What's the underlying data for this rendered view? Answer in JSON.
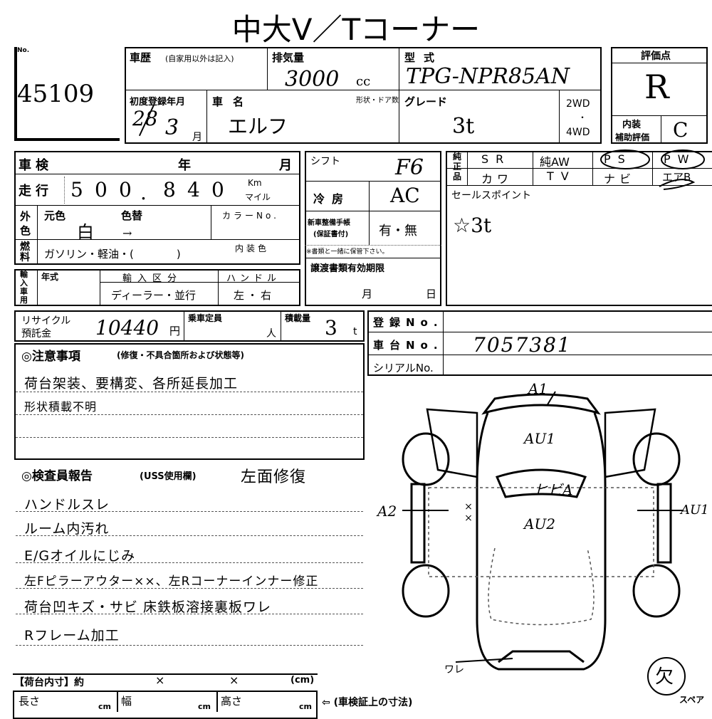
{
  "title": "中大V／Tコーナー",
  "lot": {
    "label": "No.",
    "number": "45109"
  },
  "history": {
    "label": "車歴",
    "note": "(自家用以外は記入)"
  },
  "displacement": {
    "label": "排気量",
    "value": "3000",
    "unit": "cc"
  },
  "model": {
    "label": "型式",
    "value": "TPG-NPR85AN"
  },
  "rating": {
    "label": "評価点",
    "value": "R"
  },
  "first_reg": {
    "label": "初度登録年月",
    "year": "28",
    "month": "3",
    "month_unit": "月"
  },
  "car_name": {
    "label": "車名",
    "value": "エルフ"
  },
  "shape_doors_label": "形状・ドア数",
  "grade": {
    "label": "グレード",
    "value": "3t"
  },
  "drive": {
    "two": "2WD",
    "four": "4WD"
  },
  "interior_rating": {
    "label_top": "内装",
    "label_bottom": "補助評価",
    "value": "C"
  },
  "inspection": {
    "label": "車検",
    "year_unit": "年",
    "month_unit": "月"
  },
  "mileage": {
    "label": "走行",
    "digits": [
      "5",
      "0",
      "0",
      ".",
      "8",
      "4",
      "0"
    ],
    "unit_km": "Km",
    "unit_mile": "マイル"
  },
  "shift": {
    "label": "シフト",
    "value": "F6"
  },
  "ac": {
    "label": "冷房",
    "value": "AC"
  },
  "equipment": {
    "header": "純正品",
    "row1": [
      "SR",
      "純AW",
      "PS",
      "PW"
    ],
    "row2": [
      "カワ",
      "TV",
      "ナビ",
      "エアB"
    ]
  },
  "color": {
    "label": "外色",
    "original_label": "元色",
    "original": "白",
    "change_label": "色替",
    "change": "→",
    "code_label": "カラーNo."
  },
  "manual": {
    "label": "新車整備手帳",
    "sub": "(保証書付)",
    "value": "有・無",
    "note": "※書類と一緒に保管下さい。"
  },
  "sales_point": {
    "label": "セールスポイント",
    "value": "☆3t"
  },
  "fuel": {
    "label": "燃料",
    "options": "ガソリン・軽油・(　　　　)",
    "interior_color": "内装色"
  },
  "import": {
    "label": "輸入車用",
    "year_label": "年式",
    "type_label": "輸入区分",
    "type_options": "ディーラー・並行",
    "handle_label": "ハンドル",
    "handle_options": "左・右"
  },
  "transfer": {
    "label": "譲渡書類有効期限",
    "month_unit": "月",
    "day_unit": "日"
  },
  "recycle": {
    "label_top": "リサイクル",
    "label_bottom": "預託金",
    "value": "10440",
    "unit": "円"
  },
  "capacity": {
    "label": "乗車定員",
    "unit": "人"
  },
  "load": {
    "label": "積載量",
    "value": "3",
    "unit": "t"
  },
  "registration": {
    "label": "登録No."
  },
  "chassis": {
    "label": "車台No.",
    "value": "7057381"
  },
  "serial": {
    "label": "シリアルNo."
  },
  "notes": {
    "title": "◎注意事項",
    "sub": "(修復・不具合箇所および状態等)",
    "lines": [
      "荷台架装、要構変、各所延長加工",
      "形状積載不明"
    ]
  },
  "report": {
    "title": "◎検査員報告",
    "sub": "(USS使用欄)",
    "handwritten": "左面修復",
    "lines": [
      "ハンドルスレ",
      "ルーム内汚れ",
      "E/Gオイルにじみ",
      "左Fピラーアウター××、左Rコーナーインナー修正",
      "荷台凹キズ・サビ 床鉄板溶接裏板ワレ",
      "Rフレーム加工"
    ]
  },
  "diagram": {
    "marks": [
      "A1",
      "AU1",
      "ヒビA",
      "AU2",
      "A2",
      "××",
      "AU1",
      "ワレ"
    ],
    "spare": "スペア",
    "spare_mark": "欠"
  },
  "cargo": {
    "title": "【荷台内寸】約",
    "x1": "×",
    "x2": "×",
    "unit": "(cm)",
    "length": "長さ",
    "width": "幅",
    "height": "高さ",
    "cm": "cm",
    "note": "⇦ (車検証上の寸法)"
  }
}
